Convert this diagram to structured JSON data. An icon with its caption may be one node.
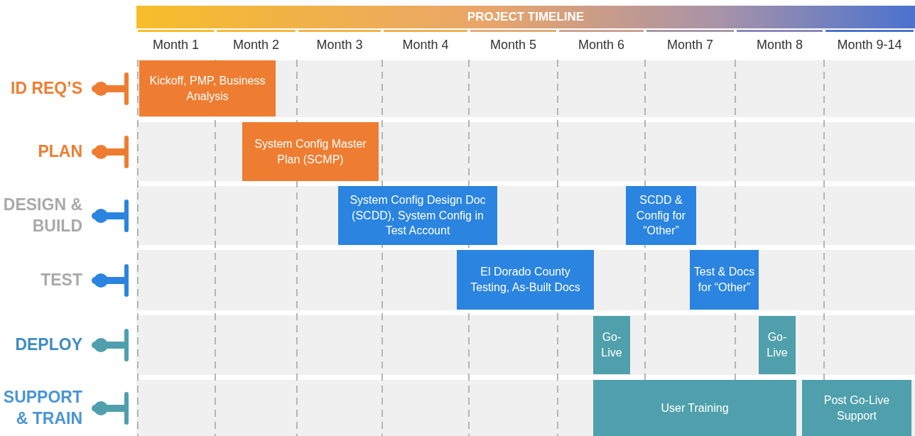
{
  "diagram": {
    "title": "PROJECT TIMELINE",
    "nodes": [
      {
        "text": [
          "Kickoff, PMP, Business Analysis"
        ]
      },
      {
        "text": [
          "System Config Master Plan (SCMP)"
        ]
      },
      {
        "text": [
          "System Config Design Doc (SCDD), System Config in Test Account"
        ]
      },
      {
        "text": [
          "SCDD & Config for “Other”"
        ]
      },
      {
        "text": [
          "El Dorado County Testing, As-Built Docs"
        ]
      },
      {
        "text": [
          "Test & Docs for “Other”"
        ]
      },
      {
        "text": [
          "Go-Live"
        ]
      },
      {
        "text": [
          "Go-Live"
        ]
      },
      {
        "text": [
          "User Training"
        ]
      },
      {
        "text": [
          "Post Go-Live Support"
        ]
      }
    ],
    "labels": [
      "Month 1",
      "Month 2",
      "Month 3",
      "Month 4",
      "Month 5",
      "Month 6",
      "Month 7",
      "Month 8",
      "Month 9-14",
      "ID REQ’S",
      "PLAN",
      "DESIGN & BUILD",
      "TEST",
      "DEPLOY",
      "SUPPORT & TRAIN"
    ]
  }
}
